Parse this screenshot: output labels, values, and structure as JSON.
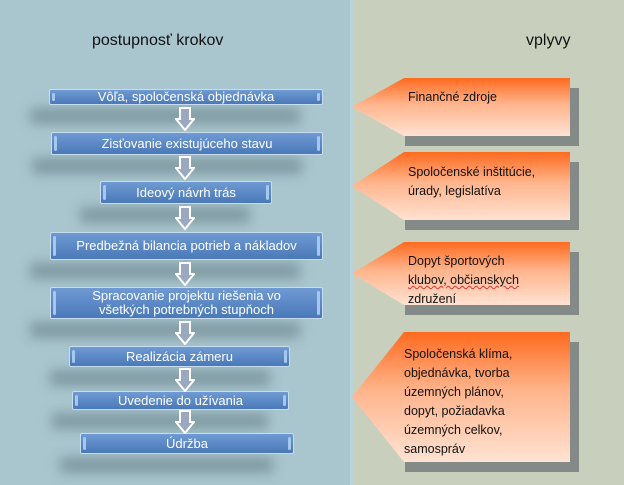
{
  "left_title": "postupnosť krokov",
  "right_title": "vplyvy",
  "steps": [
    "Vôľa, spoločenská objednávka",
    "Zisťovanie existujúceho stavu",
    "Ideový návrh trás",
    "Predbežná bilancia potrieb a nákladov",
    "Spracovanie projektu riešenia vo všetkých potrebných stupňoch",
    "Realizácia zámeru",
    "Uvedenie do užívania",
    "Údržba"
  ],
  "influences": [
    {
      "lines": [
        "Finančné zdroje"
      ]
    },
    {
      "lines": [
        "Spoločenské inštitúcie,",
        "úrady, legislatíva"
      ]
    },
    {
      "lines": [
        "Dopyt športových",
        "klubov, občianskych",
        "združení"
      ]
    },
    {
      "lines": [
        "Spoločenská klíma,",
        "objednávka, tvorba",
        "územných plánov,",
        "dopyt, požiadavka",
        "územných celkov,",
        "samospráv"
      ]
    }
  ],
  "colors": {
    "step_blue": "#4a79b8",
    "influence_orange": "#ff6a1e"
  }
}
